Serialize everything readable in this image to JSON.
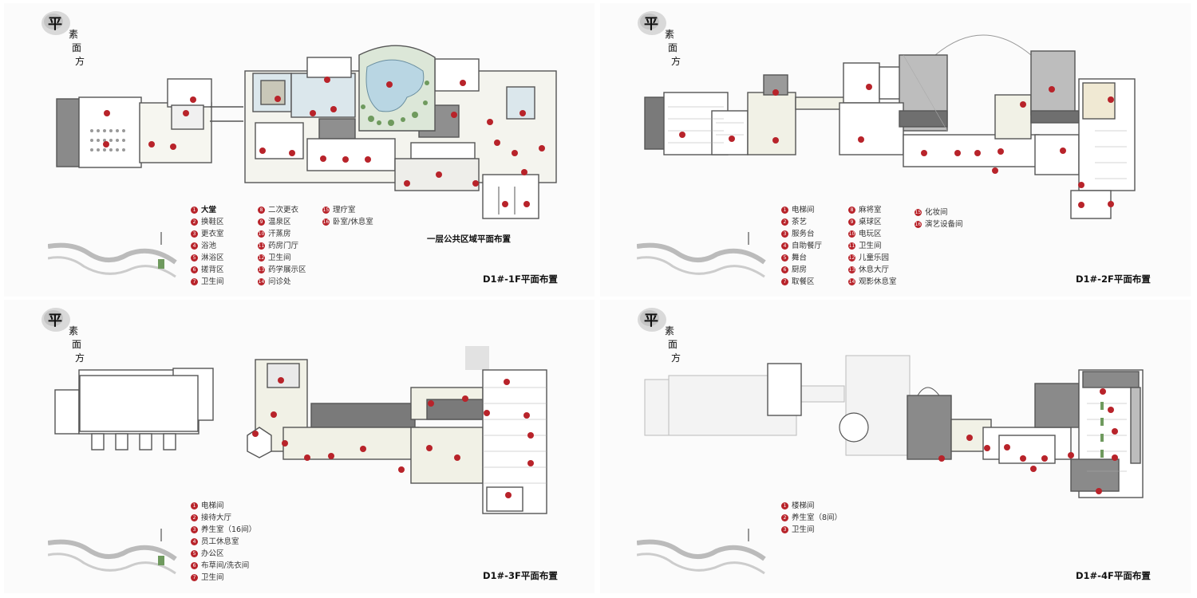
{
  "seal": {
    "main": "平",
    "sub": [
      "素",
      "面",
      "方"
    ]
  },
  "panels": {
    "f1": {
      "title": "D1#-1F平面布置",
      "area_title": "一层公共区域平面布置",
      "legend": [
        [
          "1",
          "大堂"
        ],
        [
          "2",
          "换鞋区"
        ],
        [
          "3",
          "更衣室"
        ],
        [
          "4",
          "浴池"
        ],
        [
          "5",
          "淋浴区"
        ],
        [
          "6",
          "搓背区"
        ],
        [
          "7",
          "卫生间"
        ],
        [
          "8",
          "二次更衣"
        ],
        [
          "9",
          "温泉区"
        ],
        [
          "10",
          "汗蒸房"
        ],
        [
          "11",
          "药房门厅"
        ],
        [
          "12",
          "卫生间"
        ],
        [
          "13",
          "药学展示区"
        ],
        [
          "14",
          "问诊处"
        ],
        [
          "15",
          "理疗室"
        ],
        [
          "16",
          "卧室/休息室"
        ]
      ]
    },
    "f2": {
      "title": "D1#-2F平面布置",
      "legend": [
        [
          "1",
          "电梯间"
        ],
        [
          "2",
          "茶艺"
        ],
        [
          "3",
          "服务台"
        ],
        [
          "4",
          "自助餐厅"
        ],
        [
          "5",
          "舞台"
        ],
        [
          "6",
          "厨房"
        ],
        [
          "7",
          "取餐区"
        ],
        [
          "8",
          "麻将室"
        ],
        [
          "9",
          "桌球区"
        ],
        [
          "10",
          "电玩区"
        ],
        [
          "11",
          "卫生间"
        ],
        [
          "12",
          "儿童乐园"
        ],
        [
          "13",
          "休息大厅"
        ],
        [
          "14",
          "观影休息室"
        ],
        [
          "15",
          "化妆间"
        ],
        [
          "16",
          "演艺设备间"
        ]
      ]
    },
    "f3": {
      "title": "D1#-3F平面布置",
      "legend": [
        [
          "1",
          "电梯间"
        ],
        [
          "2",
          "接待大厅"
        ],
        [
          "3",
          "养生室（16间）"
        ],
        [
          "4",
          "员工休息室"
        ],
        [
          "5",
          "办公区"
        ],
        [
          "6",
          "布草间/洗衣间"
        ],
        [
          "7",
          "卫生间"
        ]
      ]
    },
    "f4": {
      "title": "D1#-4F平面布置",
      "legend": [
        [
          "1",
          "楼梯间"
        ],
        [
          "2",
          "养生室（8间）"
        ],
        [
          "3",
          "卫生间"
        ]
      ]
    }
  },
  "colors": {
    "marker": "#b8232a",
    "wall": "#555555",
    "pool": "#b9d6e3",
    "corridor": "#f1f1e6",
    "dark_room": "#7a7a7a",
    "green": "#6f9a5e"
  }
}
